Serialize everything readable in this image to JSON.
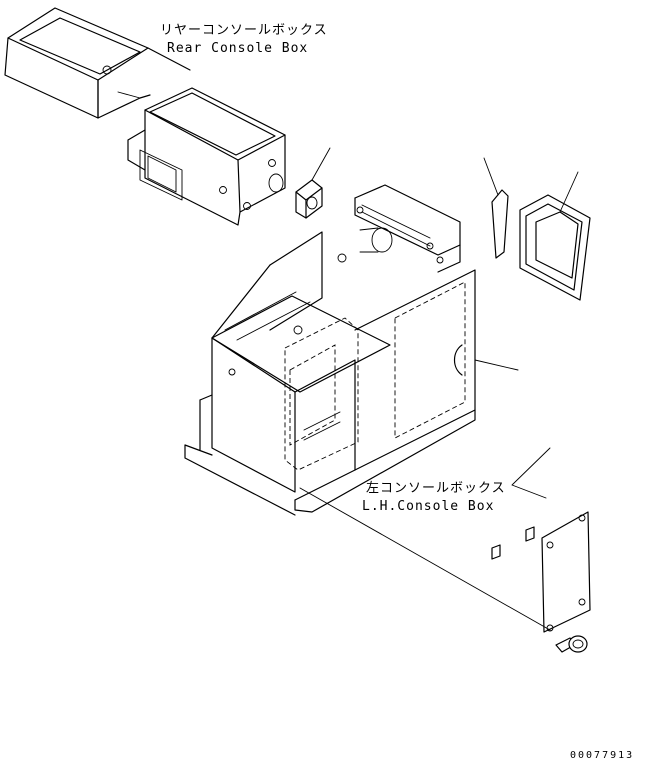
{
  "labels": {
    "rear_console_box_jp": "リヤーコンソールボックス",
    "rear_console_box_en": "Rear Console Box",
    "lh_console_box_jp": "左コンソールボックス",
    "lh_console_box_en": "L.H.Console Box"
  },
  "drawing_number": "00077913"
}
